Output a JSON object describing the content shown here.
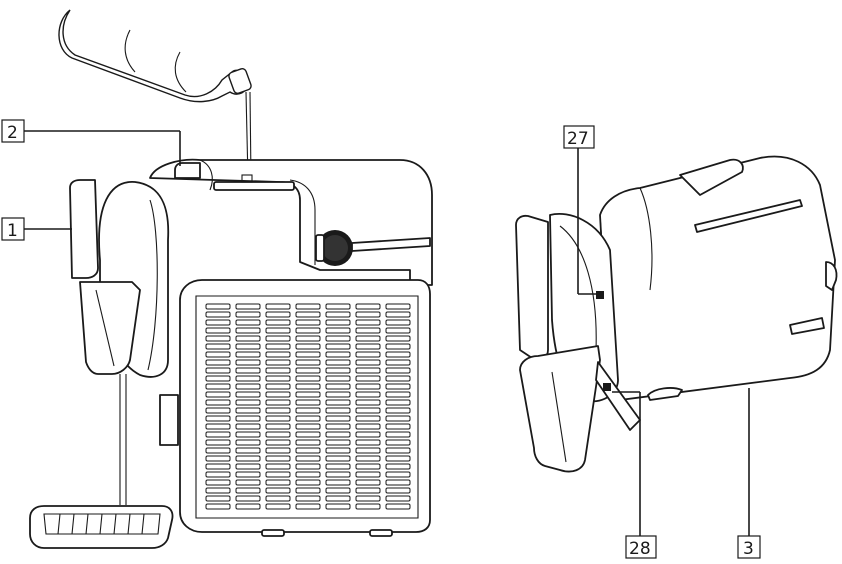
{
  "callouts": {
    "c1": "1",
    "c2": "2",
    "c3": "3",
    "c27": "27",
    "c28": "28"
  }
}
